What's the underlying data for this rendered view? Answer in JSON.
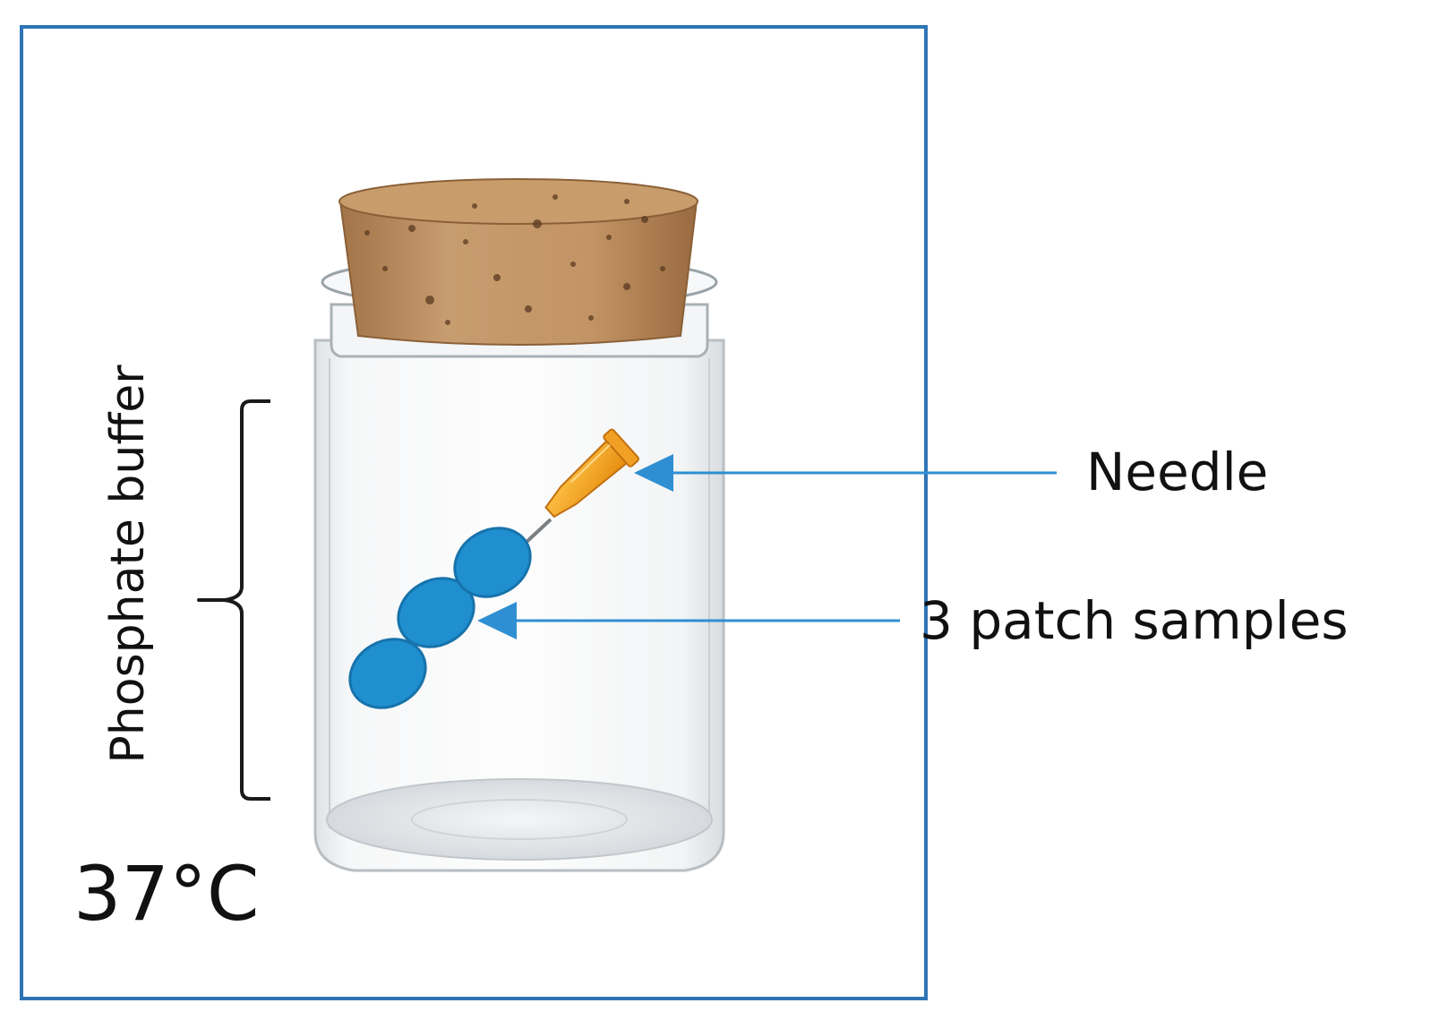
{
  "labels": {
    "side": "Phosphate buffer",
    "temperature": "37°C",
    "needle": "Needle",
    "samples": "3 patch samples"
  },
  "colors": {
    "frame": "#2e75b6",
    "arrow": "#2f8fd2",
    "patch": "#1f8fd0",
    "patch_edge": "#1773ab",
    "needle_hub": "#f5a623",
    "cork": "#b88a5c",
    "glass_edge": "#9aa3a8"
  },
  "figure": {
    "patch_count": 3
  }
}
